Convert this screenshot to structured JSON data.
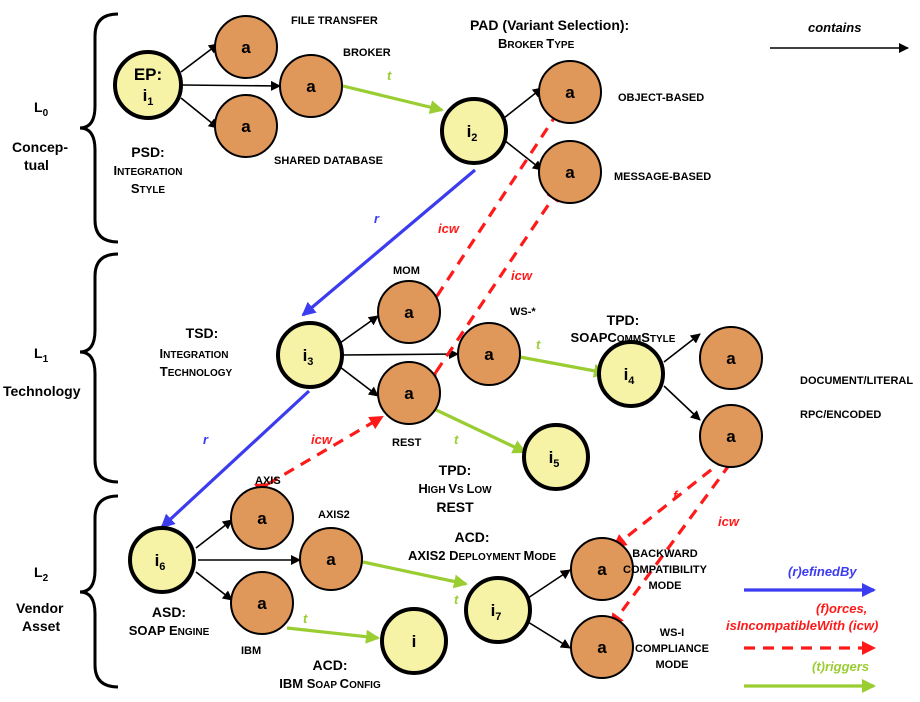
{
  "legend": {
    "contains": "contains",
    "refined_by": "(r)efinedBy",
    "forces_line1": "(f)orces,",
    "forces_line2": "isIncompatibleWith (icw)",
    "triggers": "(t)riggers",
    "colors": {
      "refined": "#3b3bf0",
      "forces_icw": "#ff1a1a",
      "triggers": "#9acd32"
    }
  },
  "levels": [
    {
      "code": "L",
      "sub": "0",
      "name_line1": "Concep-",
      "name_line2": "tual"
    },
    {
      "code": "L",
      "sub": "1",
      "name_line1": "Technology",
      "name_line2": ""
    },
    {
      "code": "L",
      "sub": "2",
      "name_line1": "Vendor",
      "name_line2": "Asset"
    }
  ],
  "nodes": {
    "ep_line1": "EP:",
    "ep_main": "i",
    "ep_sub": "1",
    "i2": "i",
    "i2_sub": "2",
    "i3": "i",
    "i3_sub": "3",
    "i4": "i",
    "i4_sub": "4",
    "i5": "i",
    "i5_sub": "5",
    "i6": "i",
    "i6_sub": "6",
    "i7": "i",
    "i7_sub": "7",
    "i_ibm": "i",
    "a": "a"
  },
  "labels": {
    "file_transfer": "FILE TRANSFER",
    "broker": "BROKER",
    "shared_database": "SHARED DATABASE",
    "psd_title": "PSD:",
    "psd_l1_big": "I",
    "psd_l1_small": "NTEGRATION",
    "psd_l2_big": "S",
    "psd_l2_small": "TYLE",
    "pad_title": "PAD (Variant Selection):",
    "pad_l1_big1": "B",
    "pad_l1_small1": "ROKER ",
    "pad_l1_big2": "T",
    "pad_l1_small2": "YPE",
    "object_based": "OBJECT-BASED",
    "message_based": "MESSAGE-BASED",
    "mom": "MOM",
    "ws": "WS-*",
    "rest": "REST",
    "tsd_title": "TSD:",
    "tsd_l1_big": "I",
    "tsd_l1_small": "NTEGRATION",
    "tsd_l2_big": "T",
    "tsd_l2_small": "ECHNOLOGY",
    "tpd_soap_title": "TPD:",
    "tpd_soap_big1": "SOAPC",
    "tpd_soap_small1": "OMM",
    "tpd_soap_big2": "S",
    "tpd_soap_small2": "TYLE",
    "doc_literal": "DOCUMENT/LITERAL",
    "rpc_encoded": "RPC/ENCODED",
    "tpd_rest_title": "TPD:",
    "tpd_rest_big1": "H",
    "tpd_rest_small1": "IGH ",
    "tpd_rest_big2": "V",
    "tpd_rest_small2": "S ",
    "tpd_rest_big3": "L",
    "tpd_rest_small3": "OW",
    "tpd_rest_line3": "REST",
    "axis": "AXIS",
    "axis2": "AXIS2",
    "ibm": "IBM",
    "asd_title": "ASD:",
    "asd_big1": "SOAP E",
    "asd_small1": "NGINE",
    "acd_axis_title": "ACD:",
    "acd_axis_big1": "AXIS2 D",
    "acd_axis_small1": "EPLOYMENT ",
    "acd_axis_big2": "M",
    "acd_axis_small2": "ODE",
    "acd_ibm_title": "ACD:",
    "acd_ibm_big1": "IBM S",
    "acd_ibm_small1": "OAP ",
    "acd_ibm_big2": "C",
    "acd_ibm_small2": "ONFIG",
    "backward_l1": "BACKWARD",
    "backward_l2": "COMPATIBILITY",
    "backward_l3": "MODE",
    "wsi_l1": "WS-I",
    "wsi_l2": "COMPLIANCE",
    "wsi_l3": "MODE"
  },
  "edge_labels": {
    "t": "t",
    "r": "r",
    "icw": "icw",
    "f": "f"
  }
}
